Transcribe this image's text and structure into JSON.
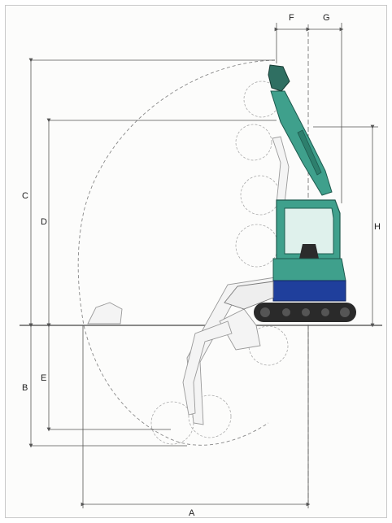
{
  "dimension_labels": {
    "a": "A",
    "b": "B",
    "c": "C",
    "d": "D",
    "e": "E",
    "f": "F",
    "g": "G",
    "h": "H"
  },
  "colors": {
    "arm": "#3fa08c",
    "body_blue": "#1f3f9c",
    "track": "#2a2a2a",
    "line": "#555555",
    "ghost": "#9a9a9a"
  }
}
